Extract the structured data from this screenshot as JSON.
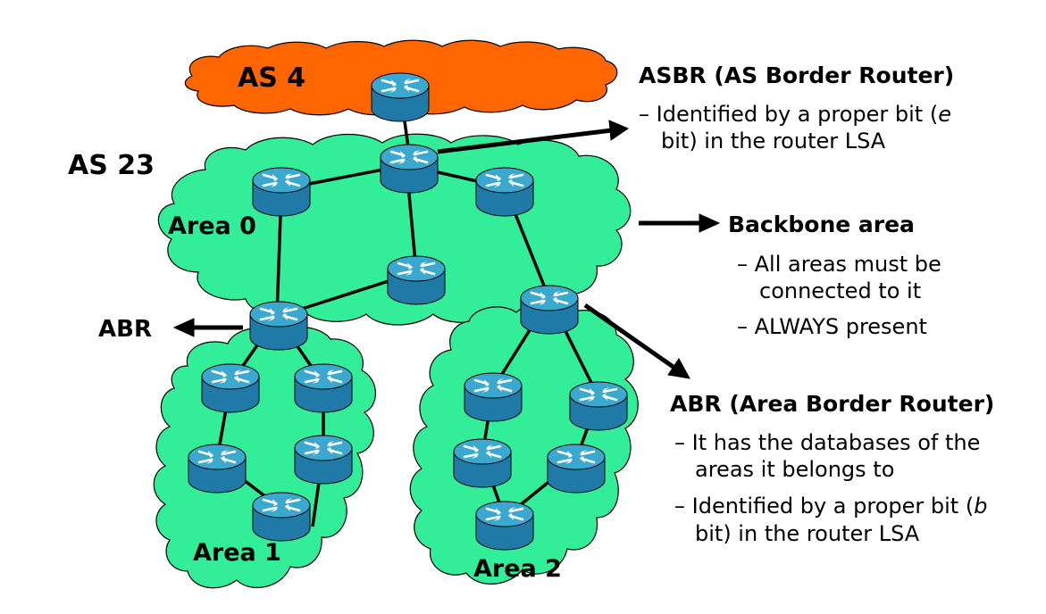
{
  "labels": {
    "as4": "AS 4",
    "as23": "AS 23",
    "area0": "Area 0",
    "area1": "Area 1",
    "area2": "Area 2",
    "abr_short": "ABR"
  },
  "annotations": {
    "asbr": {
      "title": "ASBR (AS Border Router)",
      "bullets": [
        "– Identified by a proper bit (",
        "bit) in the router LSA"
      ],
      "italic_e": "e"
    },
    "backbone": {
      "title": "Backbone area",
      "bullets": [
        "– All areas must be",
        "connected to it",
        "– ALWAYS present"
      ]
    },
    "abr": {
      "title": "ABR (Area Border Router)",
      "bullets": [
        "– It has the databases of the",
        "areas it belongs to",
        "– Identified by a proper bit (",
        "bit) in the router LSA"
      ],
      "italic_b": "b"
    }
  },
  "colors": {
    "as4_cloud": "#ff6600",
    "area_cloud": "#33ee99",
    "router_top": "#3aa8cf",
    "router_side": "#1f7aa8",
    "outline": "#000000"
  },
  "icons": {
    "router": "router-icon"
  }
}
